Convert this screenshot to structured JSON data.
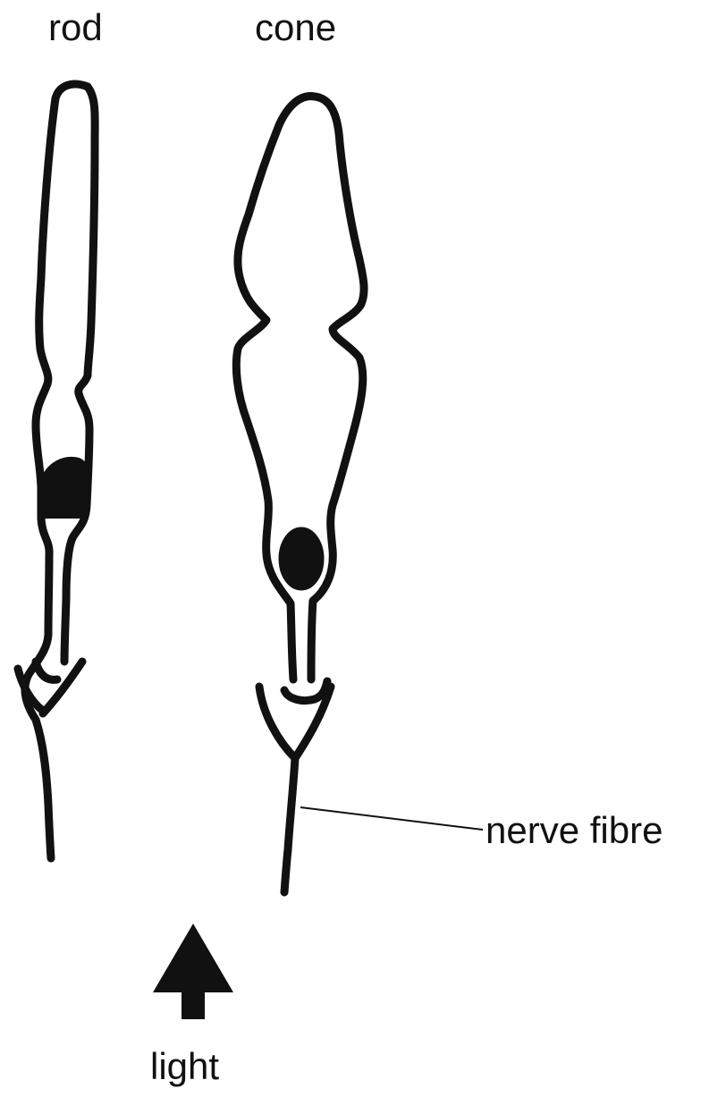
{
  "labels": {
    "rod": "rod",
    "cone": "cone",
    "nerve_fibre": "nerve fibre",
    "light": "light"
  },
  "colors": {
    "ink": "#111111",
    "background": "#ffffff"
  },
  "icons": {
    "light_direction": "arrow-up-icon"
  }
}
